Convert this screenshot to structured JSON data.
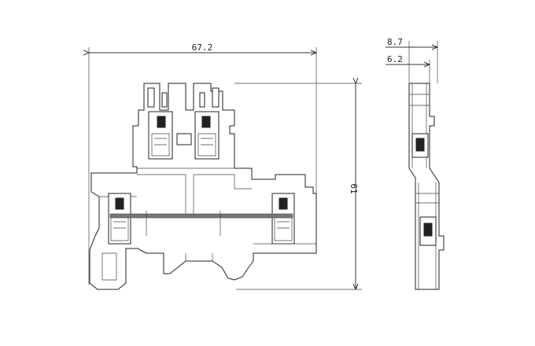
{
  "dimensions": {
    "width_label": "67.2",
    "height_label": "61",
    "side_width_outer_label": "8.7",
    "side_width_inner_label": "6.2"
  }
}
